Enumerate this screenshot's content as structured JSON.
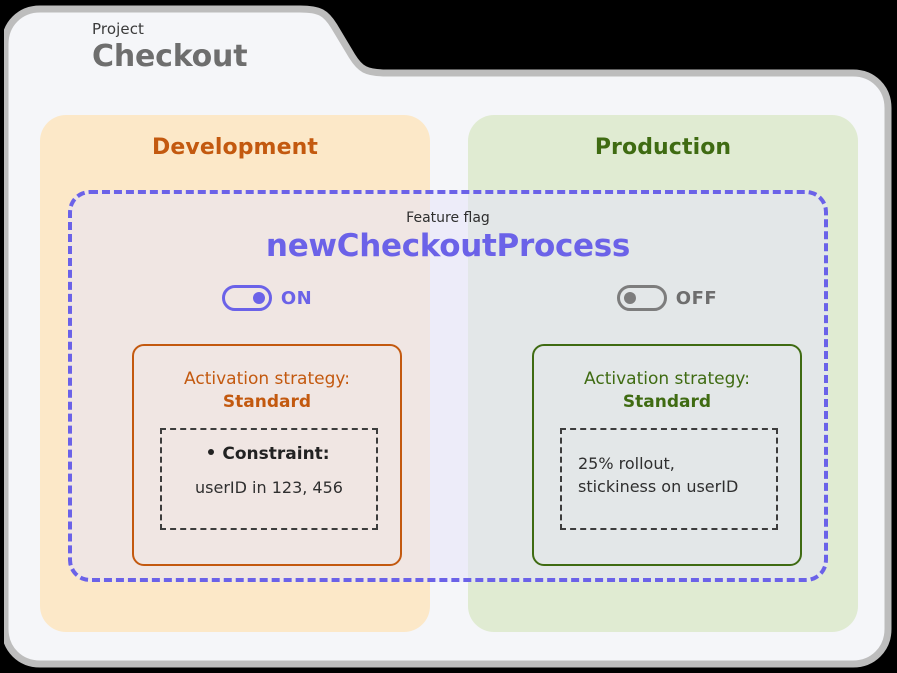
{
  "card": {
    "kicker": "Project",
    "title": "Checkout",
    "border_color": "#bdbdbd",
    "fill_color": "#f5f6f9"
  },
  "feature_flag": {
    "kicker": "Feature flag",
    "name": "newCheckoutProcess",
    "accent_color": "#6b62e8"
  },
  "environments": [
    {
      "name": "Development",
      "accent_color": "#c3590f",
      "panel_color": "#fce8c8",
      "toggle": {
        "state_label": "ON",
        "state": "on"
      },
      "strategy": {
        "label": "Activation strategy:",
        "value": "Standard",
        "detail_title": "Constraint:",
        "detail_value": "userID in 123, 456"
      }
    },
    {
      "name": "Production",
      "accent_color": "#3f6b12",
      "panel_color": "#e0ebd2",
      "toggle": {
        "state_label": "OFF",
        "state": "off"
      },
      "strategy": {
        "label": "Activation strategy:",
        "value": "Standard",
        "detail_line_1": "25% rollout,",
        "detail_line_2": "stickiness on userID"
      }
    }
  ]
}
